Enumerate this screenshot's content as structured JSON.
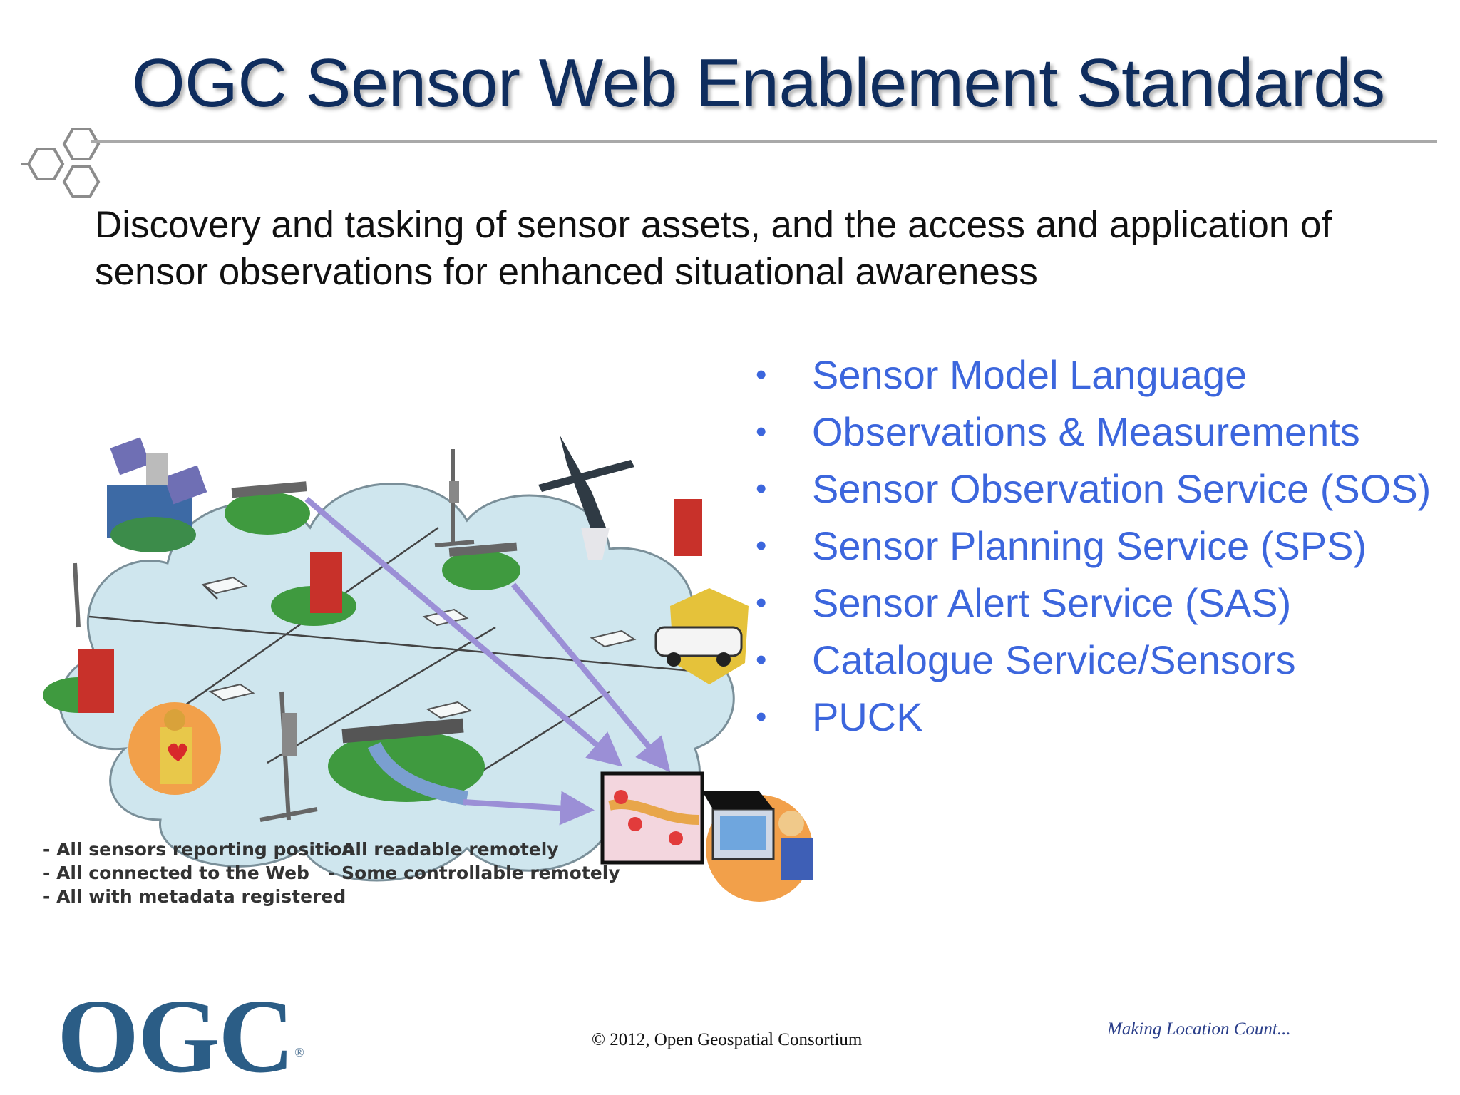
{
  "slide": {
    "title": "OGC Sensor Web Enablement Standards",
    "subtitle": "Discovery and tasking of sensor assets, and the access and application of sensor observations for enhanced situational awareness",
    "standards": [
      "Sensor Model Language",
      "Observations & Measurements",
      "Sensor Observation Service (SOS)",
      "Sensor Planning Service (SPS)",
      "Sensor Alert Service (SAS)",
      "Catalogue Service/Sensors",
      "PUCK"
    ],
    "bullet_glyph": "•",
    "diagram_notes_left": [
      "- All sensors reporting position",
      "- All connected to the Web",
      "- All with metadata registered"
    ],
    "diagram_notes_right": [
      "- All readable remotely",
      "- Some controllable remotely"
    ],
    "logo_text": "OGC",
    "logo_mark": "®",
    "copyright": "© 2012, Open Geospatial Consortium",
    "tagline": "Making Location Count..."
  },
  "colors": {
    "title": "#0f2d5e",
    "bullets": "#3c66dd",
    "cloud": "#cfe6ee",
    "arrow": "#9b8fd6",
    "logo": "#2b5d86",
    "rule": "#a9a9a9"
  },
  "icons": [
    "hexagon-cluster-icon",
    "satellite-icon",
    "weather-station-icon",
    "aircraft-icon",
    "building-icon",
    "bridge-icon",
    "police-car-icon",
    "firefighter-icon",
    "computer-user-icon",
    "map-display-icon"
  ]
}
